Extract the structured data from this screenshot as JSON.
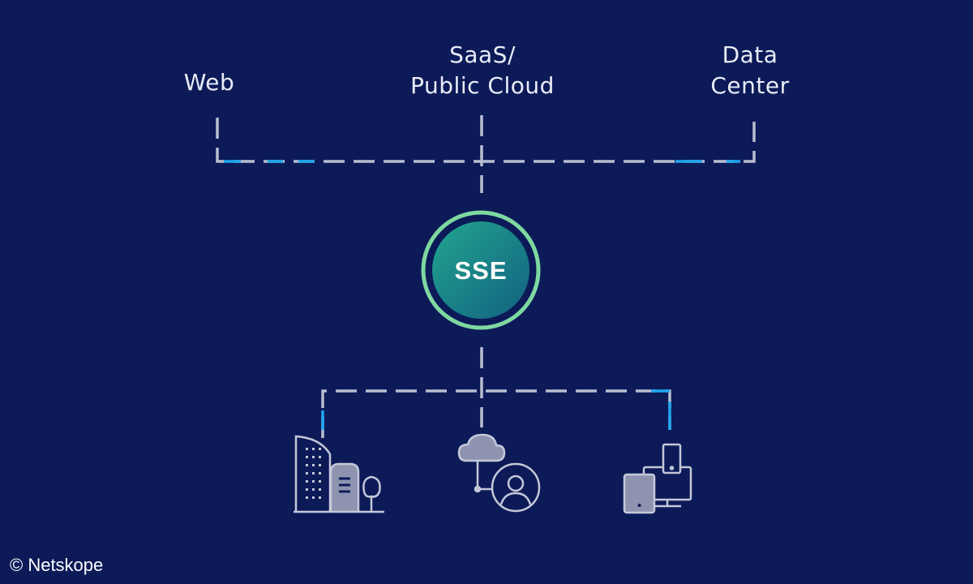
{
  "top_nodes": {
    "web": [
      "Web"
    ],
    "saas": [
      "SaaS/",
      "Public Cloud"
    ],
    "datacenter": [
      "Data",
      "Center"
    ]
  },
  "center_node": {
    "label": "SSE"
  },
  "bottom_nodes": [
    {
      "icon": "office-buildings-icon"
    },
    {
      "icon": "cloud-user-icon"
    },
    {
      "icon": "devices-icon"
    }
  ],
  "footer": {
    "copyright": "© Netskope"
  },
  "colors": {
    "background": "#0c1a58",
    "line": "#b9bed0",
    "accent": "#1ea8ef",
    "sse_ring": "#7ed8a0",
    "sse_fill_a": "#1f9a8a",
    "sse_fill_b": "#13677f",
    "icon": "#c4c8d8"
  }
}
